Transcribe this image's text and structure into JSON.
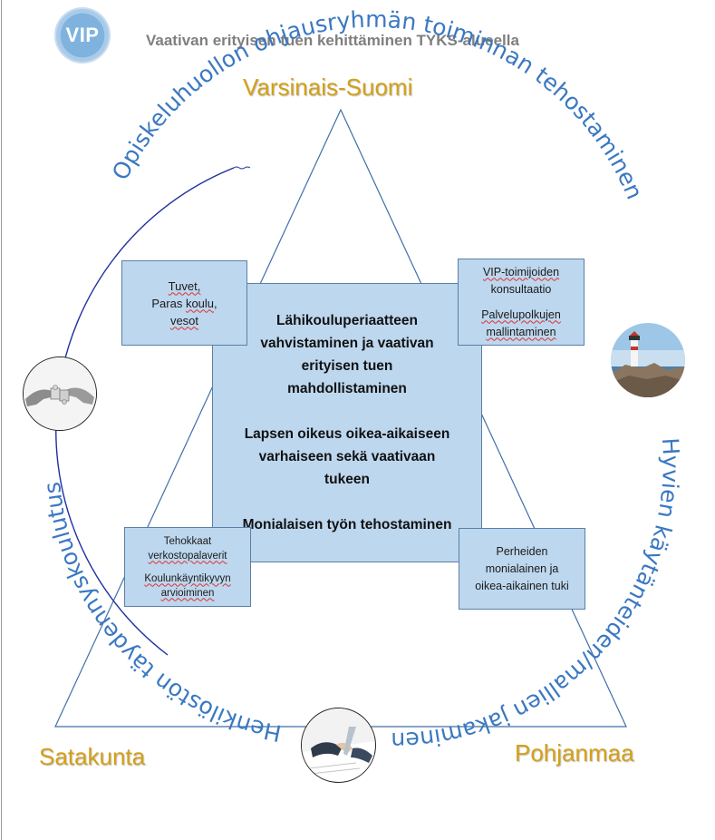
{
  "header": {
    "logo_text": "VIP",
    "title": "Vaativan erityisen tuen kehittäminen TYKS-alueella"
  },
  "regions": {
    "top": "Varsinais-Suomi",
    "bottom_left": "Satakunta",
    "bottom_right": "Pohjanmaa"
  },
  "arc_labels": {
    "top": "Opiskeluhuollon ohjausryhmän toiminnan tehostaminen",
    "right": "Hyvien käytänteiden/mallien jakaminen",
    "left": "Henkilöstön täydennyskoulutus"
  },
  "boxes": {
    "top_left": {
      "line1": "Tuvet,",
      "line2_a": "Paras ",
      "line2_b": "koulu",
      "line2_c": ",",
      "line3": "vesot"
    },
    "top_right": {
      "item1_line1": "VIP-toimijoiden",
      "item1_line2": "konsultaatio",
      "item2_line1": "Palvelupolkujen",
      "item2_line2": "mallintaminen"
    },
    "bottom_left": {
      "item1_line1": "Tehokkaat",
      "item1_line2": "verkostopalaverit",
      "item2_line1": "Koulunkäyntikyvyn",
      "item2_line2": "arvioiminen"
    },
    "bottom_right": {
      "line1": "Perheiden",
      "line2": "monialainen ja",
      "line3": "oikea-aikainen tuki"
    }
  },
  "center": {
    "p1_line1": "Lähikouluperiaatteen",
    "p1_line2": "vahvistaminen ja vaativan",
    "p1_line3": "erityisen tuen",
    "p1_line4": "mahdollistaminen",
    "p2_line1": "Lapsen oikeus oikea-aikaiseen",
    "p2_line2": "varhaiseen sekä vaativaan",
    "p2_line3": "tukeen",
    "p3_line1": "Monialaisen työn tehostaminen"
  },
  "colors": {
    "region_text": "#d4a017",
    "arc_text": "#3a78c2",
    "box_fill": "#bdd7ee",
    "triangle_stroke": "#3f6fa8",
    "circle_stroke": "#1f2fa0"
  }
}
